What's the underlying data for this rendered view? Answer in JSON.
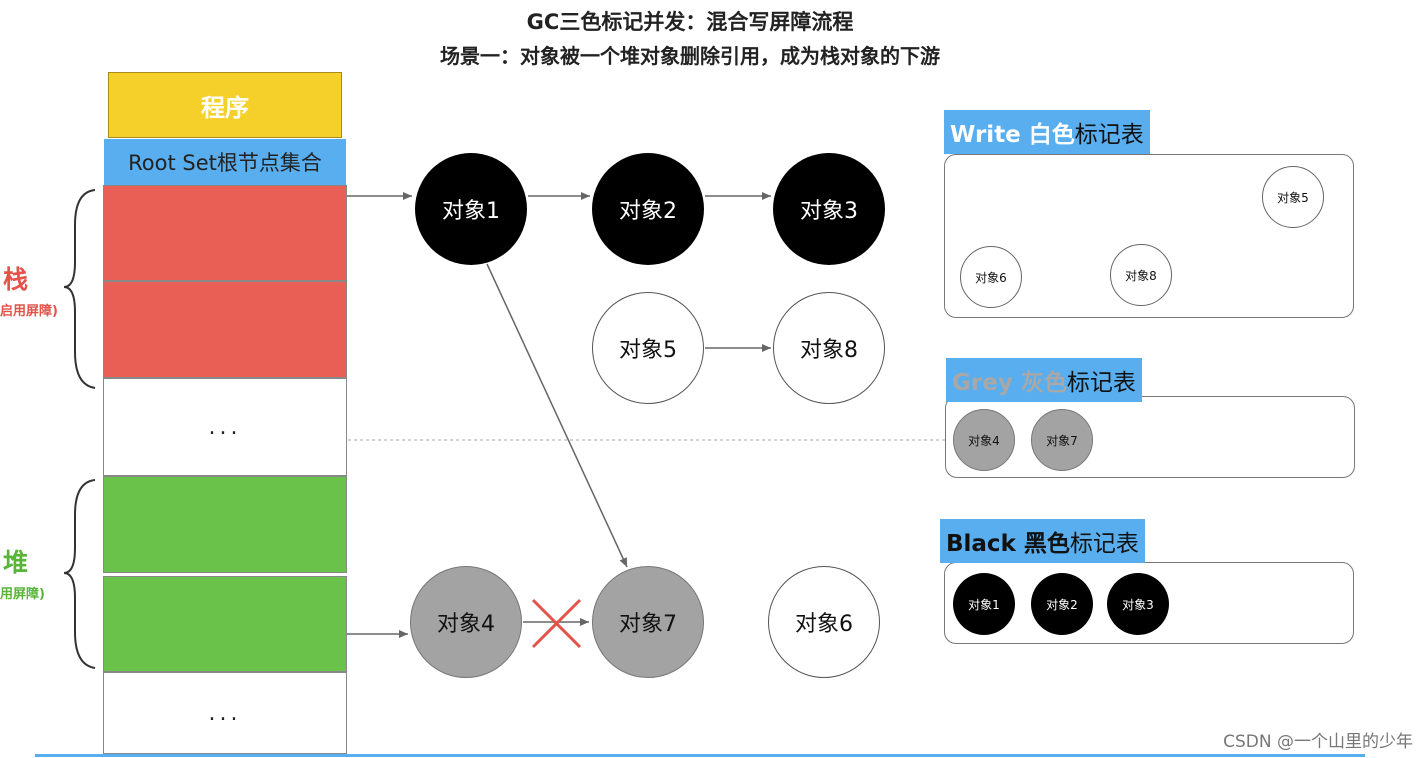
{
  "title": "GC三色标记并发：混合写屏障流程",
  "subtitle": "场景一：对象被一个堆对象删除引用，成为栈对象的下游",
  "program": "程序",
  "root_set": "Root Set根节点集合",
  "ellipsis_stack": "...",
  "ellipsis_heap": "...",
  "stack_label": {
    "char": "栈",
    "note": "启用屏障)"
  },
  "heap_label": {
    "char": "堆",
    "note": "用屏障)"
  },
  "objects": {
    "o1": "对象1",
    "o2": "对象2",
    "o3": "对象3",
    "o5": "对象5",
    "o8": "对象8",
    "o4": "对象4",
    "o7": "对象7",
    "o6": "对象6"
  },
  "legends": {
    "white": {
      "color_word": "Write 白色",
      "suffix": "标记表",
      "items": [
        "对象5",
        "对象6",
        "对象8"
      ]
    },
    "grey": {
      "color_word": "Grey 灰色",
      "suffix": "标记表",
      "items": [
        "对象4",
        "对象7"
      ]
    },
    "black": {
      "color_word": "Black 黑色",
      "suffix": "标记表",
      "items": [
        "对象1",
        "对象2",
        "对象3"
      ]
    }
  },
  "watermark": "CSDN @一个山里的少年",
  "colors": {
    "program": "#f5d02b",
    "root_set": "#58aeee",
    "stack": "#ea5f55",
    "heap": "#6ac24a",
    "grey_text": "#a8a8a8",
    "delete_mark": "#e2534a"
  }
}
